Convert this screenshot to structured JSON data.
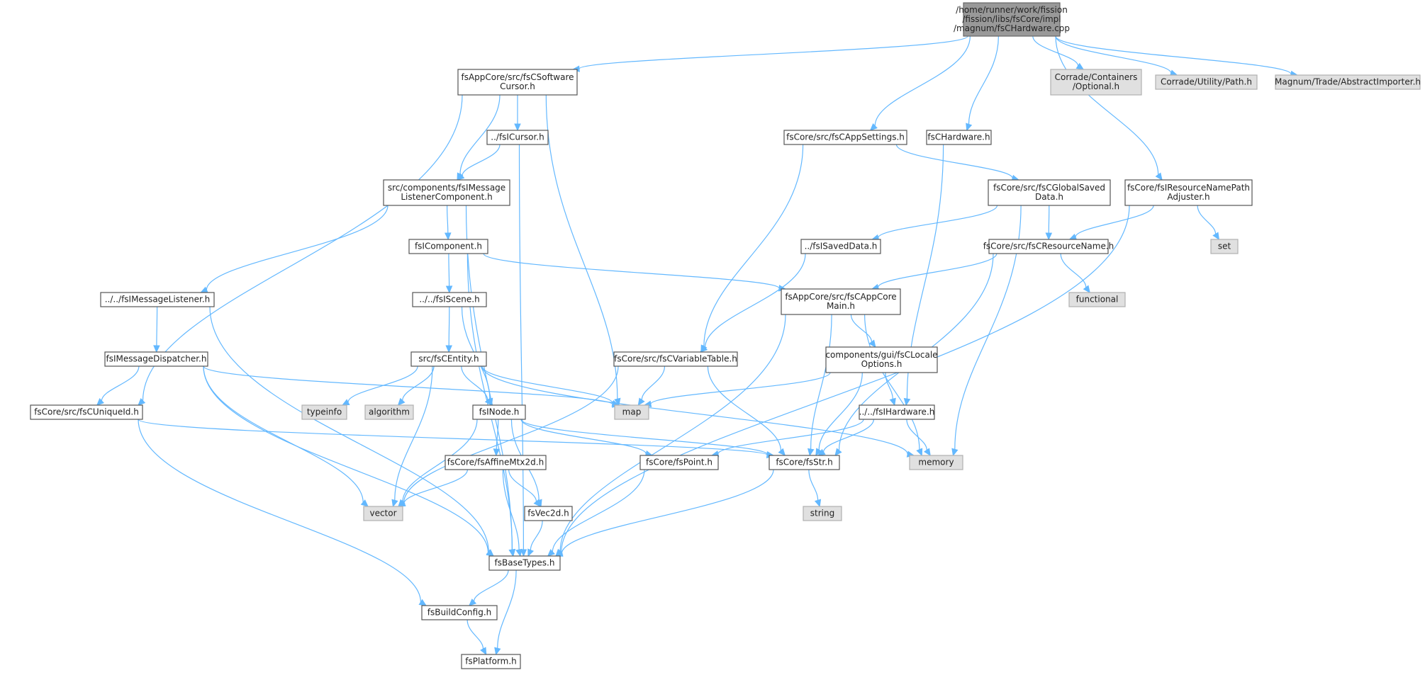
{
  "graph": {
    "colors": {
      "edge": "#63b8ff",
      "node_border": "#555555",
      "system_fill": "#e0e0e0",
      "root_fill": "#999999"
    },
    "nodes": [
      {
        "id": "root",
        "kind": "root",
        "lines": [
          "/home/runner/work/fission",
          "/fission/libs/fsCore/impl",
          "/magnum/fsCHardware.cpp"
        ]
      },
      {
        "id": "swcursor",
        "kind": "normal",
        "lines": [
          "fsAppCore/src/fsCSoftware",
          "Cursor.h"
        ]
      },
      {
        "id": "optional",
        "kind": "system",
        "lines": [
          "Corrade/Containers",
          "/Optional.h"
        ]
      },
      {
        "id": "path",
        "kind": "system",
        "lines": [
          "Corrade/Utility/Path.h"
        ]
      },
      {
        "id": "absimp",
        "kind": "system",
        "lines": [
          "Magnum/Trade/AbstractImporter.h"
        ]
      },
      {
        "id": "icursor",
        "kind": "normal",
        "lines": [
          "../fsICursor.h"
        ]
      },
      {
        "id": "appsettings",
        "kind": "normal",
        "lines": [
          "fsCore/src/fsCAppSettings.h"
        ]
      },
      {
        "id": "chardware",
        "kind": "normal",
        "lines": [
          "fsCHardware.h"
        ]
      },
      {
        "id": "msglistcomp",
        "kind": "normal",
        "lines": [
          "src/components/fsIMessage",
          "ListenerComponent.h"
        ]
      },
      {
        "id": "globalsaved",
        "kind": "normal",
        "lines": [
          "fsCore/src/fsCGlobalSaved",
          "Data.h"
        ]
      },
      {
        "id": "resnamepath",
        "kind": "normal",
        "lines": [
          "fsCore/fsIResourceNamePath",
          "Adjuster.h"
        ]
      },
      {
        "id": "icomponent",
        "kind": "normal",
        "lines": [
          "fsIComponent.h"
        ]
      },
      {
        "id": "isaveddata",
        "kind": "normal",
        "lines": [
          "../fsISavedData.h"
        ]
      },
      {
        "id": "resname",
        "kind": "normal",
        "lines": [
          "fsCore/src/fsCResourceName.h"
        ]
      },
      {
        "id": "set",
        "kind": "system",
        "lines": [
          "set"
        ]
      },
      {
        "id": "msglistener",
        "kind": "normal",
        "lines": [
          "../../fsIMessageListener.h"
        ]
      },
      {
        "id": "iscene",
        "kind": "normal",
        "lines": [
          "../../fsIScene.h"
        ]
      },
      {
        "id": "appcoremain",
        "kind": "normal",
        "lines": [
          "fsAppCore/src/fsCAppCore",
          "Main.h"
        ]
      },
      {
        "id": "functional",
        "kind": "system",
        "lines": [
          "functional"
        ]
      },
      {
        "id": "msgdispatcher",
        "kind": "normal",
        "lines": [
          "fsIMessageDispatcher.h"
        ]
      },
      {
        "id": "centity",
        "kind": "normal",
        "lines": [
          "src/fsCEntity.h"
        ]
      },
      {
        "id": "vartable",
        "kind": "normal",
        "lines": [
          "fsCore/src/fsCVariableTable.h"
        ]
      },
      {
        "id": "locale",
        "kind": "normal",
        "lines": [
          "components/gui/fsCLocale",
          "Options.h"
        ]
      },
      {
        "id": "uniqueid",
        "kind": "normal",
        "lines": [
          "fsCore/src/fsCUniqueId.h"
        ]
      },
      {
        "id": "typeinfo",
        "kind": "system",
        "lines": [
          "typeinfo"
        ]
      },
      {
        "id": "algorithm",
        "kind": "system",
        "lines": [
          "algorithm"
        ]
      },
      {
        "id": "inode",
        "kind": "normal",
        "lines": [
          "fsINode.h"
        ]
      },
      {
        "id": "map",
        "kind": "system",
        "lines": [
          "map"
        ]
      },
      {
        "id": "ihardware",
        "kind": "normal",
        "lines": [
          "../../fsIHardware.h"
        ]
      },
      {
        "id": "affine",
        "kind": "normal",
        "lines": [
          "fsCore/fsAffineMtx2d.h"
        ]
      },
      {
        "id": "point",
        "kind": "normal",
        "lines": [
          "fsCore/fsPoint.h"
        ]
      },
      {
        "id": "str",
        "kind": "normal",
        "lines": [
          "fsCore/fsStr.h"
        ]
      },
      {
        "id": "memory",
        "kind": "system",
        "lines": [
          "memory"
        ]
      },
      {
        "id": "vector",
        "kind": "system",
        "lines": [
          "vector"
        ]
      },
      {
        "id": "vec2d",
        "kind": "normal",
        "lines": [
          "fsVec2d.h"
        ]
      },
      {
        "id": "string",
        "kind": "system",
        "lines": [
          "string"
        ]
      },
      {
        "id": "basetypes",
        "kind": "normal",
        "lines": [
          "fsBaseTypes.h"
        ]
      },
      {
        "id": "buildconfig",
        "kind": "normal",
        "lines": [
          "fsBuildConfig.h"
        ]
      },
      {
        "id": "platform",
        "kind": "normal",
        "lines": [
          "fsPlatform.h"
        ]
      }
    ],
    "edges": [
      [
        "root",
        "swcursor"
      ],
      [
        "root",
        "appsettings"
      ],
      [
        "root",
        "chardware"
      ],
      [
        "root",
        "optional"
      ],
      [
        "root",
        "path"
      ],
      [
        "root",
        "absimp"
      ],
      [
        "root",
        "resnamepath"
      ],
      [
        "swcursor",
        "icursor"
      ],
      [
        "swcursor",
        "msglistcomp"
      ],
      [
        "swcursor",
        "uniqueid"
      ],
      [
        "swcursor",
        "map"
      ],
      [
        "icursor",
        "msglistcomp"
      ],
      [
        "icursor",
        "basetypes"
      ],
      [
        "msglistcomp",
        "icomponent"
      ],
      [
        "msglistcomp",
        "msglistener"
      ],
      [
        "msglistcomp",
        "basetypes"
      ],
      [
        "icomponent",
        "iscene"
      ],
      [
        "icomponent",
        "appcoremain"
      ],
      [
        "icomponent",
        "basetypes"
      ],
      [
        "iscene",
        "centity"
      ],
      [
        "iscene",
        "inode"
      ],
      [
        "msglistener",
        "msgdispatcher"
      ],
      [
        "msglistener",
        "basetypes"
      ],
      [
        "msgdispatcher",
        "uniqueid"
      ],
      [
        "msgdispatcher",
        "map"
      ],
      [
        "msgdispatcher",
        "vector"
      ],
      [
        "msgdispatcher",
        "basetypes"
      ],
      [
        "centity",
        "typeinfo"
      ],
      [
        "centity",
        "algorithm"
      ],
      [
        "centity",
        "inode"
      ],
      [
        "centity",
        "map"
      ],
      [
        "centity",
        "vector"
      ],
      [
        "centity",
        "memory"
      ],
      [
        "inode",
        "affine"
      ],
      [
        "inode",
        "point"
      ],
      [
        "inode",
        "str"
      ],
      [
        "inode",
        "vec2d"
      ],
      [
        "inode",
        "vector"
      ],
      [
        "affine",
        "vec2d"
      ],
      [
        "affine",
        "vector"
      ],
      [
        "affine",
        "basetypes"
      ],
      [
        "vec2d",
        "basetypes"
      ],
      [
        "point",
        "basetypes"
      ],
      [
        "appsettings",
        "globalsaved"
      ],
      [
        "appsettings",
        "vartable"
      ],
      [
        "chardware",
        "ihardware"
      ],
      [
        "globalsaved",
        "isaveddata"
      ],
      [
        "globalsaved",
        "resname"
      ],
      [
        "globalsaved",
        "memory"
      ],
      [
        "isaveddata",
        "vartable"
      ],
      [
        "resnamepath",
        "resname"
      ],
      [
        "resnamepath",
        "set"
      ],
      [
        "resnamepath",
        "basetypes"
      ],
      [
        "resname",
        "appcoremain"
      ],
      [
        "resname",
        "functional"
      ],
      [
        "resname",
        "str"
      ],
      [
        "appcoremain",
        "locale"
      ],
      [
        "appcoremain",
        "str"
      ],
      [
        "appcoremain",
        "memory"
      ],
      [
        "appcoremain",
        "basetypes"
      ],
      [
        "locale",
        "ihardware"
      ],
      [
        "locale",
        "str"
      ],
      [
        "locale",
        "map"
      ],
      [
        "vartable",
        "map"
      ],
      [
        "vartable",
        "str"
      ],
      [
        "vartable",
        "vector"
      ],
      [
        "ihardware",
        "point"
      ],
      [
        "ihardware",
        "str"
      ],
      [
        "ihardware",
        "memory"
      ],
      [
        "uniqueid",
        "str"
      ],
      [
        "uniqueid",
        "buildconfig"
      ],
      [
        "str",
        "string"
      ],
      [
        "str",
        "basetypes"
      ],
      [
        "basetypes",
        "buildconfig"
      ],
      [
        "basetypes",
        "platform"
      ],
      [
        "buildconfig",
        "platform"
      ]
    ]
  }
}
